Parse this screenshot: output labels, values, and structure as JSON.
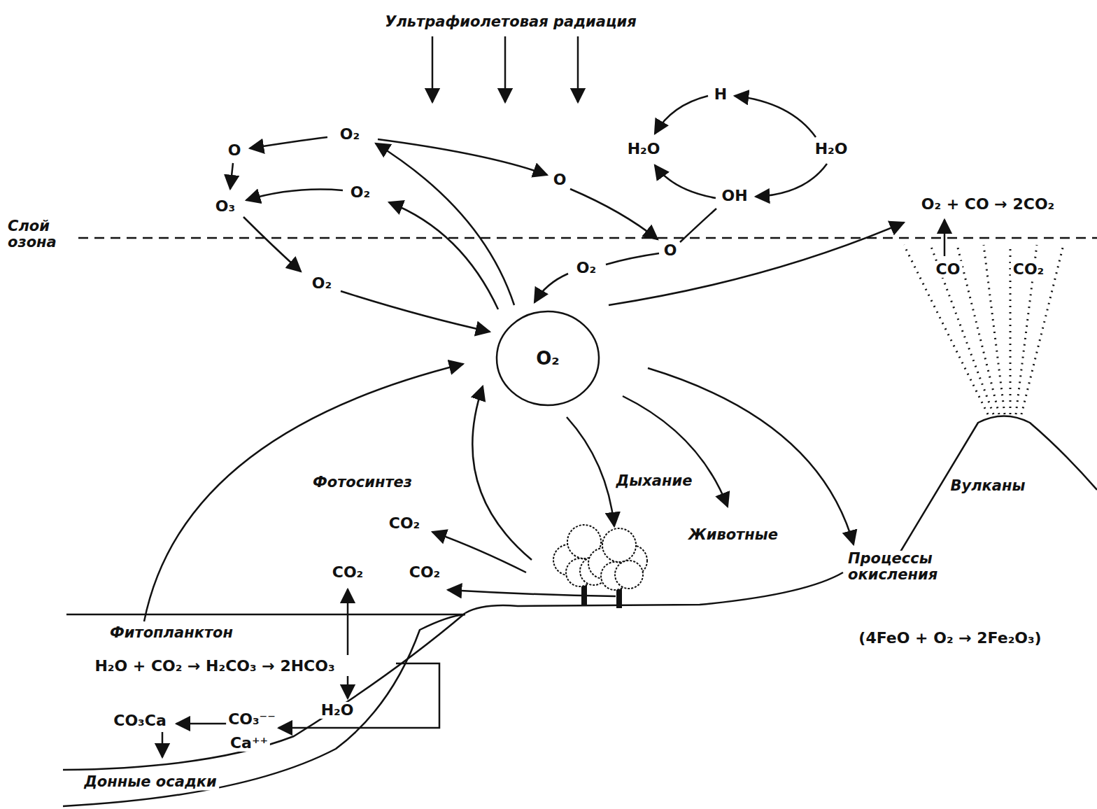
{
  "diagram": {
    "nodes": [
      {
        "text": [
          "O₂"
        ]
      }
    ],
    "labels": [
      "Ультрафиолетовая радиация",
      "O₂",
      "O",
      "O₃",
      "O₂",
      "O",
      "O",
      "O₂",
      "O₂",
      "H",
      "H₂O",
      "H₂O",
      "OH",
      "O₂ + CO → 2CO₂",
      "Слой озона",
      "CO",
      "CO₂",
      "Фотосинтез",
      "Дыхание",
      "Животные",
      "Вулканы",
      "CO₂",
      "CO₂",
      "CO₂",
      "Процессы окисления",
      "(4FeO + O₂ → 2Fe₂O₃)",
      "Фитопланктон",
      "H₂O + CO₂ → H₂CO₃ → 2HCO₃",
      "H₂O",
      "CO₃Ca",
      "CO₃⁻⁻",
      "Ca⁺⁺",
      "Донные осадки"
    ]
  }
}
